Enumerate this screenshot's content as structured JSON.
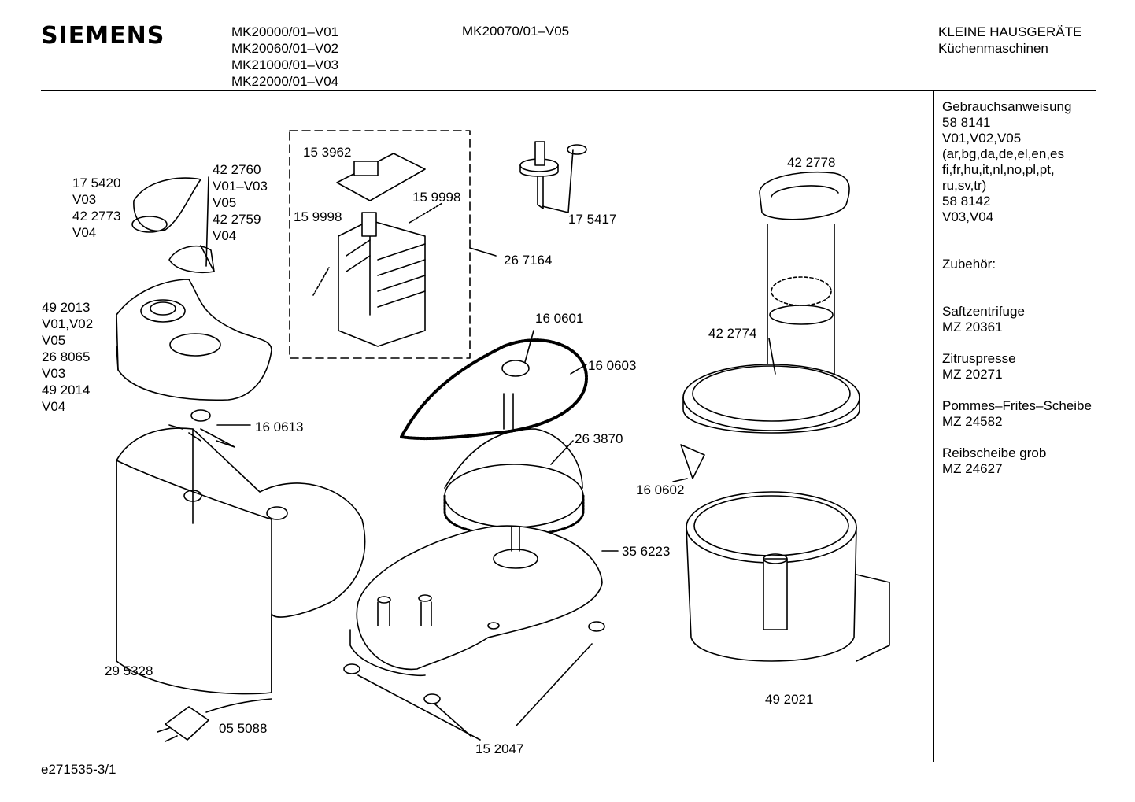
{
  "header": {
    "brand": "SIEMENS",
    "models_col1": [
      "MK20000/01–V01",
      "MK20060/01–V02",
      "MK21000/01–V03",
      "MK22000/01–V04"
    ],
    "models_col2": "MK20070/01–V05",
    "category": "KLEINE HAUSGERÄTE",
    "subcategory": "Küchenmaschinen"
  },
  "sidebar": {
    "manual_title": "Gebrauchsanweisung",
    "manual_lines": [
      "58 8141",
      "V01,V02,V05",
      "(ar,bg,da,de,el,en,es",
      "fi,fr,hu,it,nl,no,pl,pt,",
      "ru,sv,tr)",
      "58 8142",
      "V03,V04"
    ],
    "accessories_title": "Zubehör:",
    "accessories": [
      {
        "name": "Saftzentrifuge",
        "code": "MZ 20361"
      },
      {
        "name": "Zitruspresse",
        "code": "MZ 20271"
      },
      {
        "name": "Pommes–Frites–Scheibe",
        "code": "MZ 24582"
      },
      {
        "name": "Reibscheibe grob",
        "code": "MZ 24627"
      }
    ]
  },
  "parts": {
    "knob_left": [
      "17 5420",
      "V03",
      "42 2773",
      "V04"
    ],
    "knob_right": [
      "42 2760",
      "V01–V03",
      "V05",
      "42 2759",
      "V04"
    ],
    "pcb": "15 3962",
    "spring_right": "15 9998",
    "spring_left": "15 9998",
    "motor_assembly": "26 7164",
    "gear": "17 5417",
    "lid": "42 2778",
    "cover_left": [
      "49 2013",
      "V01,V02",
      "V05",
      "26 8065",
      "V03",
      "49 2014",
      "V04"
    ],
    "belt_top": "16 0601",
    "belt": "16 0603",
    "pusher": "42 2774",
    "clip": "16 0613",
    "pulley": "26 3870",
    "blade": "16 0602",
    "base": "35 6223",
    "housing": "29 5328",
    "bowl": "49 2021",
    "cord": "05 5088",
    "feet": "15 2047"
  },
  "footer": "e271535-3/1"
}
